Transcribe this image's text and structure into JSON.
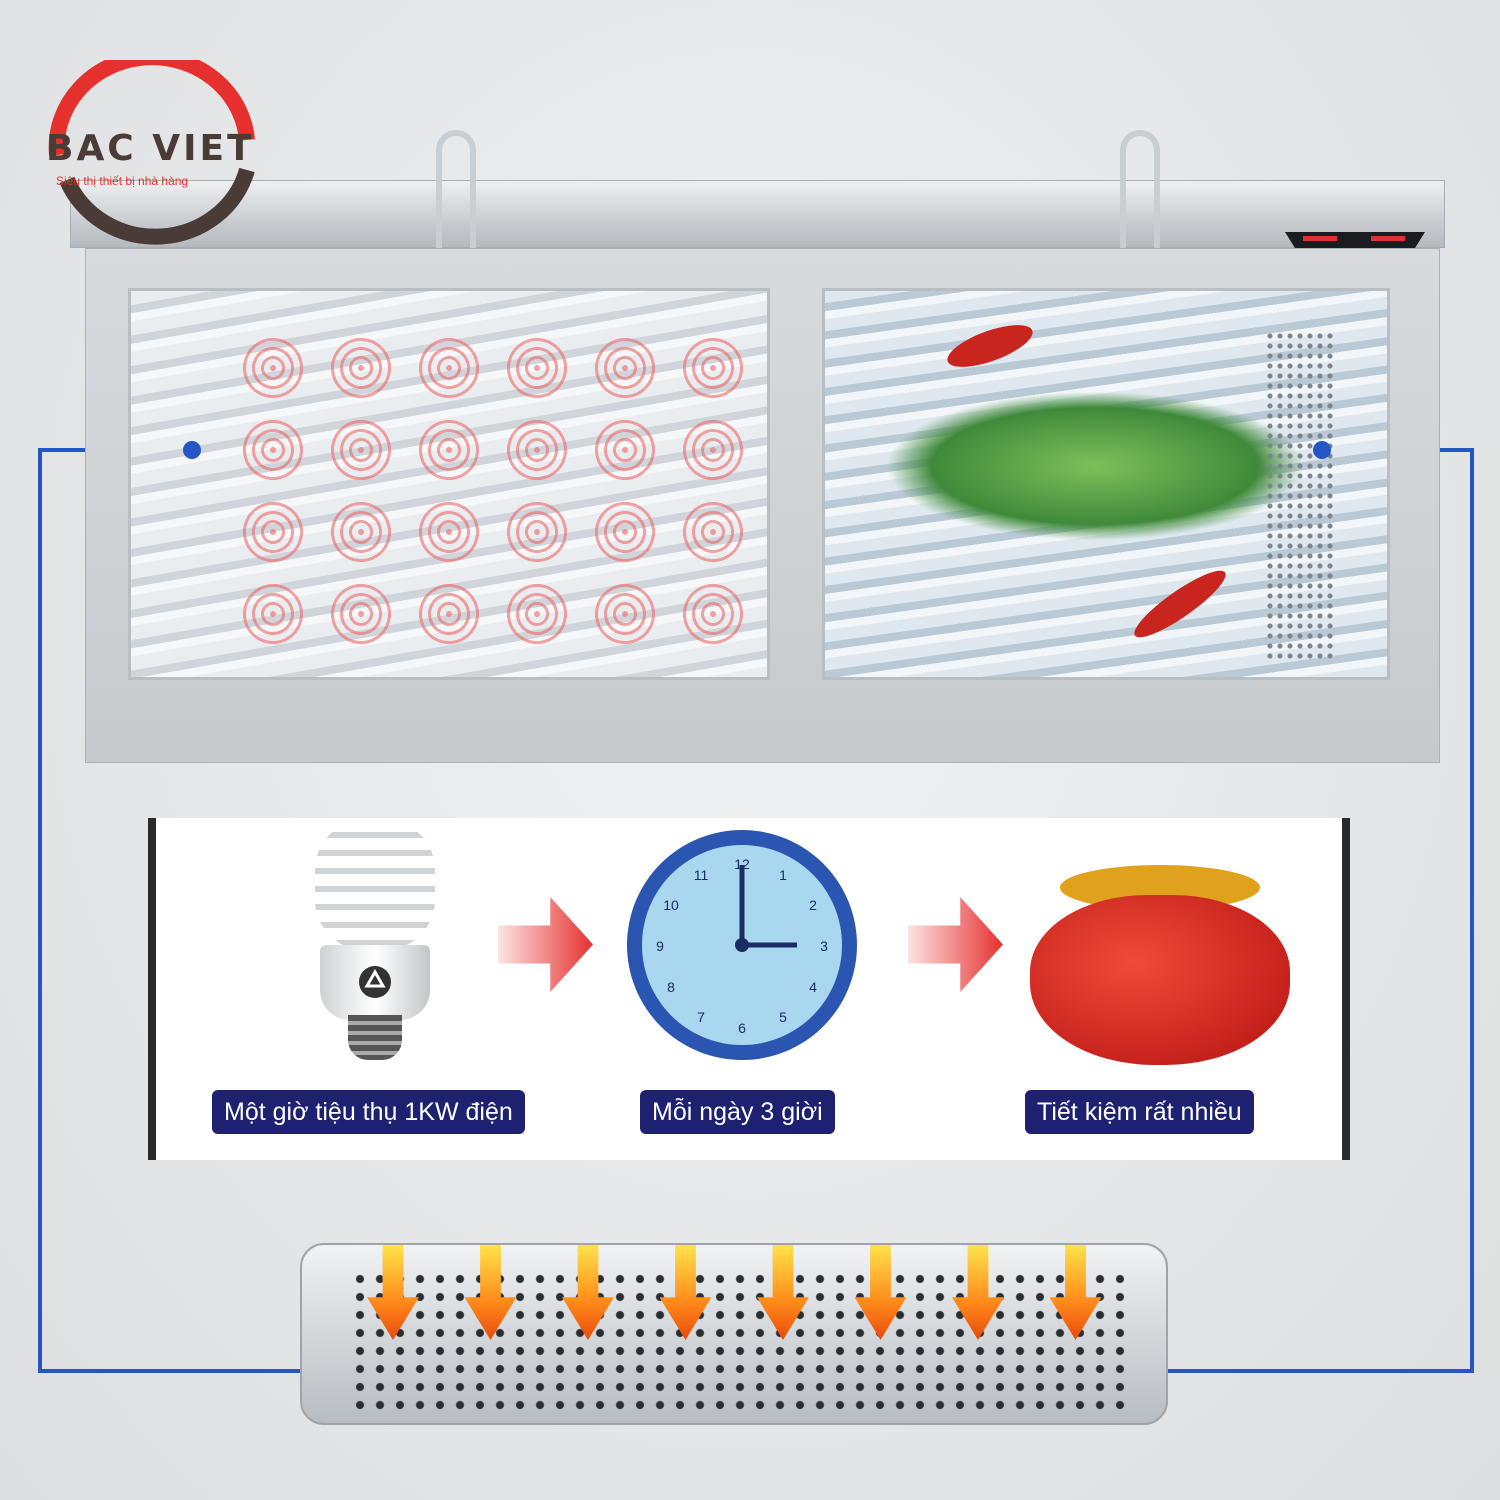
{
  "logo": {
    "brand": "BAC VIET",
    "tagline": "Siêu thị thiết bị nhà hàng",
    "colors": {
      "red": "#e5302d",
      "dark": "#4a3b36"
    }
  },
  "steps": [
    {
      "icon": "light-bulb-icon",
      "label": "Một giờ tiệu thụ 1KW điện"
    },
    {
      "icon": "clock-icon",
      "label": "Mỗi ngày 3  giời"
    },
    {
      "icon": "money-bag-icon",
      "label": "Tiết kiệm rất nhiều"
    }
  ],
  "clock": {
    "numbers": [
      "12",
      "1",
      "2",
      "3",
      "4",
      "5",
      "6",
      "7",
      "8",
      "9",
      "10",
      "11"
    ]
  },
  "colors": {
    "label_bg": "#1d2170",
    "connector": "#2457c5"
  }
}
